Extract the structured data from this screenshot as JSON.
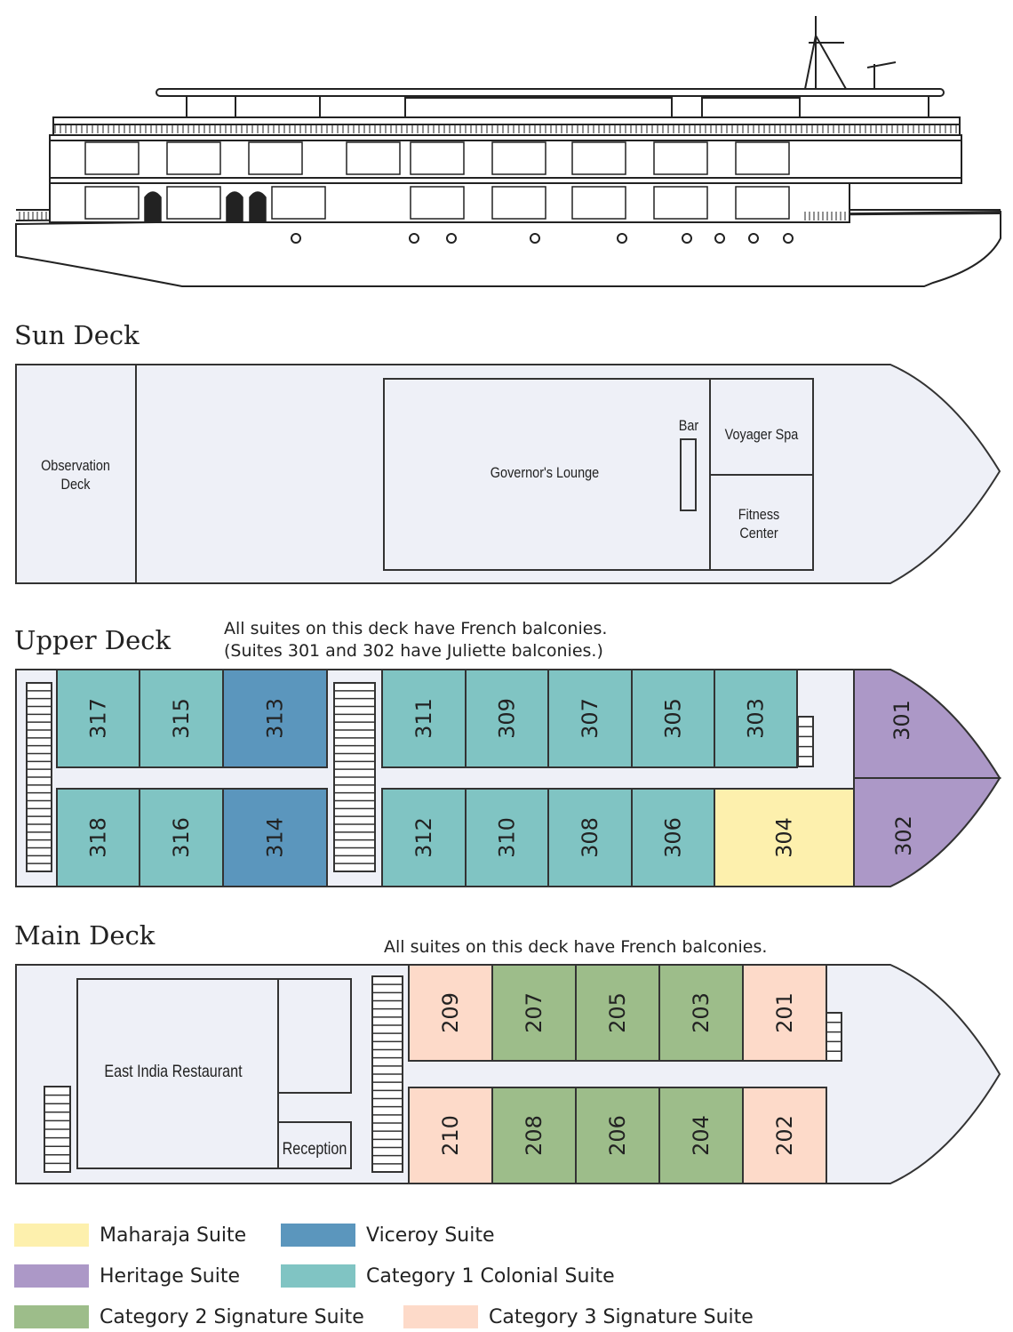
{
  "colors": {
    "hull": "#eef0f7",
    "outline": "#333333",
    "maharaja": "#fdf0ad",
    "viceroy": "#5b96bd",
    "heritage": "#ac98c7",
    "colonial": "#80c4c3",
    "signature": "#9dbd8a",
    "category3": "#fddac9"
  },
  "sun_deck": {
    "title": "Sun Deck",
    "rooms": {
      "observation": [
        "Observation",
        "Deck"
      ],
      "lounge": "Governor's Lounge",
      "bar": "Bar",
      "spa": "Voyager Spa",
      "fitness": [
        "Fitness",
        "Center"
      ]
    }
  },
  "upper_deck": {
    "title": "Upper Deck",
    "note": [
      "All suites on this deck have French balconies.",
      "(Suites 301 and 302 have Juliette balconies.)"
    ],
    "top_row": [
      {
        "number": "317",
        "category": "colonial"
      },
      {
        "number": "315",
        "category": "colonial"
      },
      {
        "number": "313",
        "category": "viceroy"
      },
      {
        "number": "311",
        "category": "colonial"
      },
      {
        "number": "309",
        "category": "colonial"
      },
      {
        "number": "307",
        "category": "colonial"
      },
      {
        "number": "305",
        "category": "colonial"
      },
      {
        "number": "303",
        "category": "colonial"
      }
    ],
    "bottom_row": [
      {
        "number": "318",
        "category": "colonial"
      },
      {
        "number": "316",
        "category": "colonial"
      },
      {
        "number": "314",
        "category": "viceroy"
      },
      {
        "number": "312",
        "category": "colonial"
      },
      {
        "number": "310",
        "category": "colonial"
      },
      {
        "number": "308",
        "category": "colonial"
      },
      {
        "number": "306",
        "category": "colonial"
      },
      {
        "number": "304",
        "category": "maharaja"
      }
    ],
    "bow": [
      {
        "number": "301",
        "category": "heritage"
      },
      {
        "number": "302",
        "category": "heritage"
      }
    ]
  },
  "main_deck": {
    "title": "Main Deck",
    "note": "All suites on this deck have French balconies.",
    "restaurant": "East India Restaurant",
    "reception": "Reception",
    "top_row": [
      {
        "number": "209",
        "category": "category3"
      },
      {
        "number": "207",
        "category": "signature"
      },
      {
        "number": "205",
        "category": "signature"
      },
      {
        "number": "203",
        "category": "signature"
      },
      {
        "number": "201",
        "category": "category3"
      }
    ],
    "bottom_row": [
      {
        "number": "210",
        "category": "category3"
      },
      {
        "number": "208",
        "category": "signature"
      },
      {
        "number": "206",
        "category": "signature"
      },
      {
        "number": "204",
        "category": "signature"
      },
      {
        "number": "202",
        "category": "category3"
      }
    ]
  },
  "legend": [
    {
      "label": "Maharaja Suite",
      "category": "maharaja"
    },
    {
      "label": "Viceroy Suite",
      "category": "viceroy"
    },
    {
      "label": "Heritage Suite",
      "category": "heritage"
    },
    {
      "label": "Category 1 Colonial Suite",
      "category": "colonial"
    },
    {
      "label": "Category 2 Signature Suite",
      "category": "signature"
    },
    {
      "label": "Category 3 Signature Suite",
      "category": "category3"
    }
  ]
}
